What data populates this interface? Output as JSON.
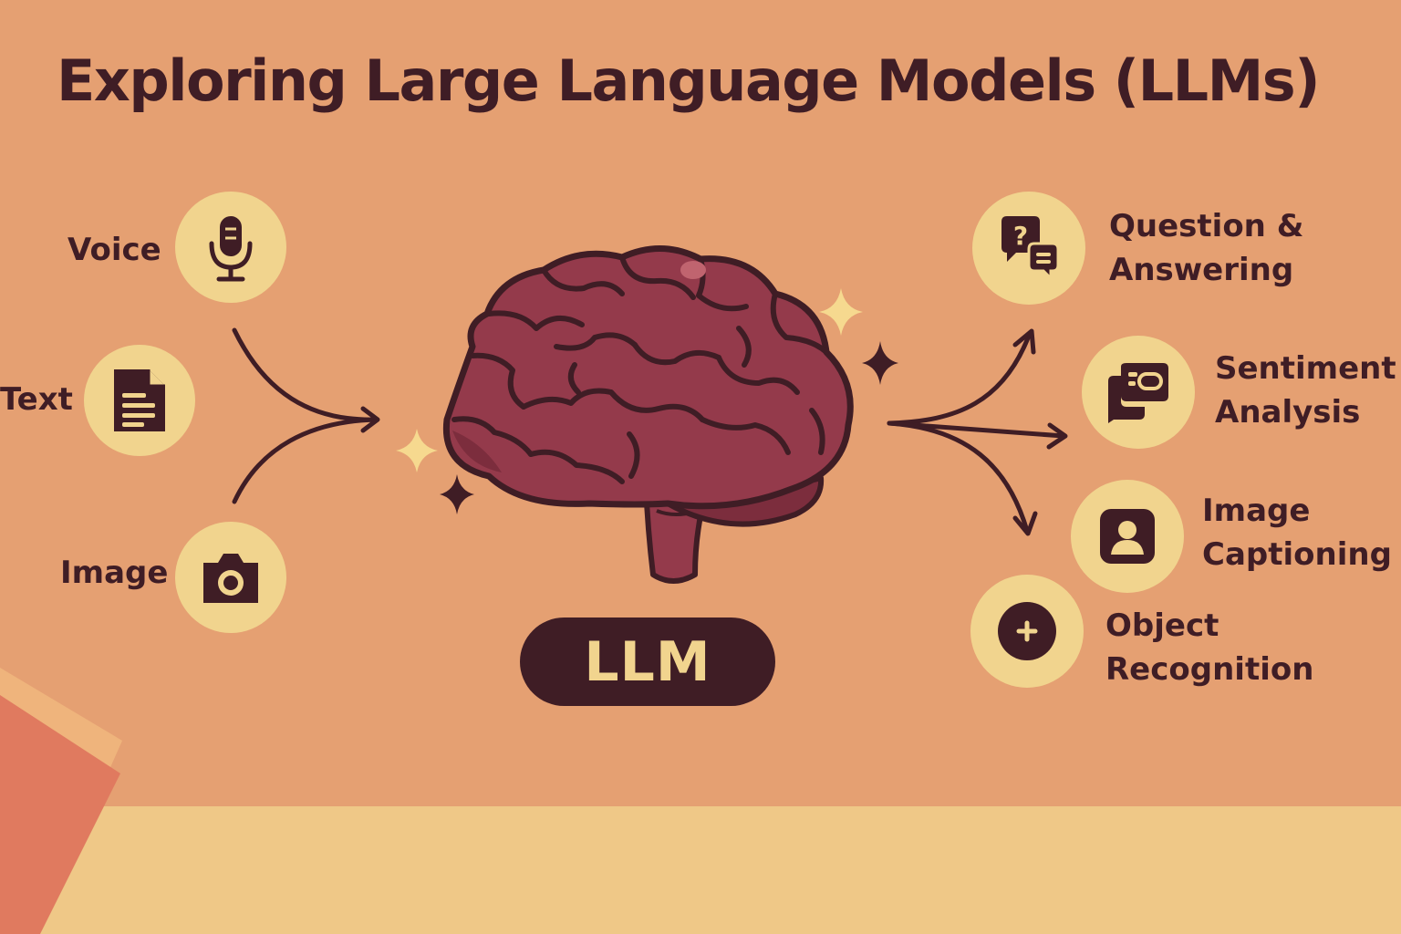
{
  "title": "Exploring Large Language Models (LLMs)",
  "colors": {
    "background": "#e5a072",
    "bottom_band": "#efc887",
    "dark": "#3f1d25",
    "circle": "#f1d48e",
    "brain": "#943a4b",
    "sparkle_light": "#f6d98f"
  },
  "inputs": [
    {
      "label": "Voice",
      "icon": "microphone-icon"
    },
    {
      "label": "Text",
      "icon": "document-icon"
    },
    {
      "label": "Image",
      "icon": "camera-icon"
    }
  ],
  "center": {
    "label": "LLM",
    "icon": "brain-icon"
  },
  "outputs": [
    {
      "line1": "Question &",
      "line2": "Answering",
      "icon": "question-chat-icon"
    },
    {
      "line1": "Sentiment",
      "line2": "Analysis",
      "icon": "sentiment-chat-icon"
    },
    {
      "line1": "Image",
      "line2": "Captioning",
      "icon": "portrait-icon"
    },
    {
      "line1": "Object",
      "line2": "Recognition",
      "icon": "object-target-icon"
    }
  ]
}
